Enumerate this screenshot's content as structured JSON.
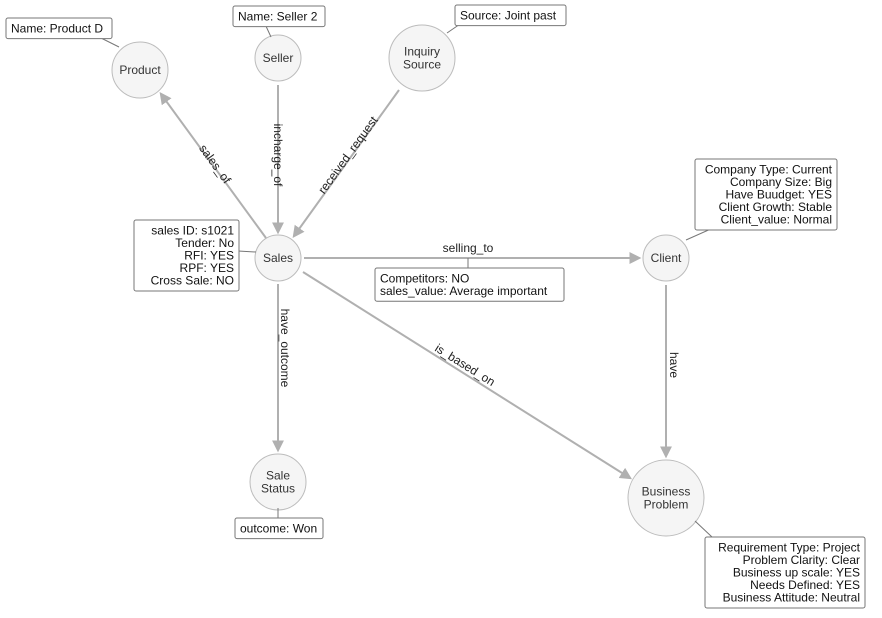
{
  "colors": {
    "node_fill": "#f5f5f5",
    "node_stroke": "#bcbcbc",
    "edge": "#b0b0b0",
    "callout_border": "#777777"
  },
  "nodes": [
    {
      "id": "product",
      "lines": [
        "Product"
      ]
    },
    {
      "id": "seller",
      "lines": [
        "Seller"
      ]
    },
    {
      "id": "inquiry",
      "lines": [
        "Inquiry",
        "Source"
      ]
    },
    {
      "id": "sales",
      "lines": [
        "Sales"
      ]
    },
    {
      "id": "client",
      "lines": [
        "Client"
      ]
    },
    {
      "id": "status",
      "lines": [
        "Sale",
        "Status"
      ]
    },
    {
      "id": "business",
      "lines": [
        "Business",
        "Problem"
      ]
    }
  ],
  "edges": [
    {
      "id": "sales_of",
      "label": "sales_of"
    },
    {
      "id": "incharge_of",
      "label": "incharge_of"
    },
    {
      "id": "received_request",
      "label": "received_request"
    },
    {
      "id": "selling_to",
      "label": "selling_to"
    },
    {
      "id": "have_outcome",
      "label": "have_outcome"
    },
    {
      "id": "is_based_on",
      "label": "is_based_on"
    },
    {
      "id": "have",
      "label": "have"
    }
  ],
  "callouts": [
    {
      "id": "product_props",
      "lines": [
        "Name: Product D"
      ]
    },
    {
      "id": "seller_props",
      "lines": [
        "Name: Seller 2"
      ]
    },
    {
      "id": "inquiry_props",
      "lines": [
        "Source: Joint past"
      ]
    },
    {
      "id": "sales_props",
      "lines": [
        "sales ID: s1021",
        "Tender: No",
        "RFI: YES",
        "RPF: YES",
        "Cross Sale: NO"
      ]
    },
    {
      "id": "selling_props",
      "lines": [
        "Competitors: NO",
        "sales_value: Average important"
      ]
    },
    {
      "id": "client_props",
      "lines": [
        "Company Type: Current",
        "Company Size: Big",
        "Have Buudget: YES",
        "Client Growth: Stable",
        "Client_value: Normal"
      ]
    },
    {
      "id": "status_props",
      "lines": [
        "outcome: Won"
      ]
    },
    {
      "id": "business_props",
      "lines": [
        "Requirement Type: Project",
        "Problem Clarity: Clear",
        "Business up scale: YES",
        "Needs Defined: YES",
        "Business Attitude: Neutral"
      ]
    }
  ]
}
